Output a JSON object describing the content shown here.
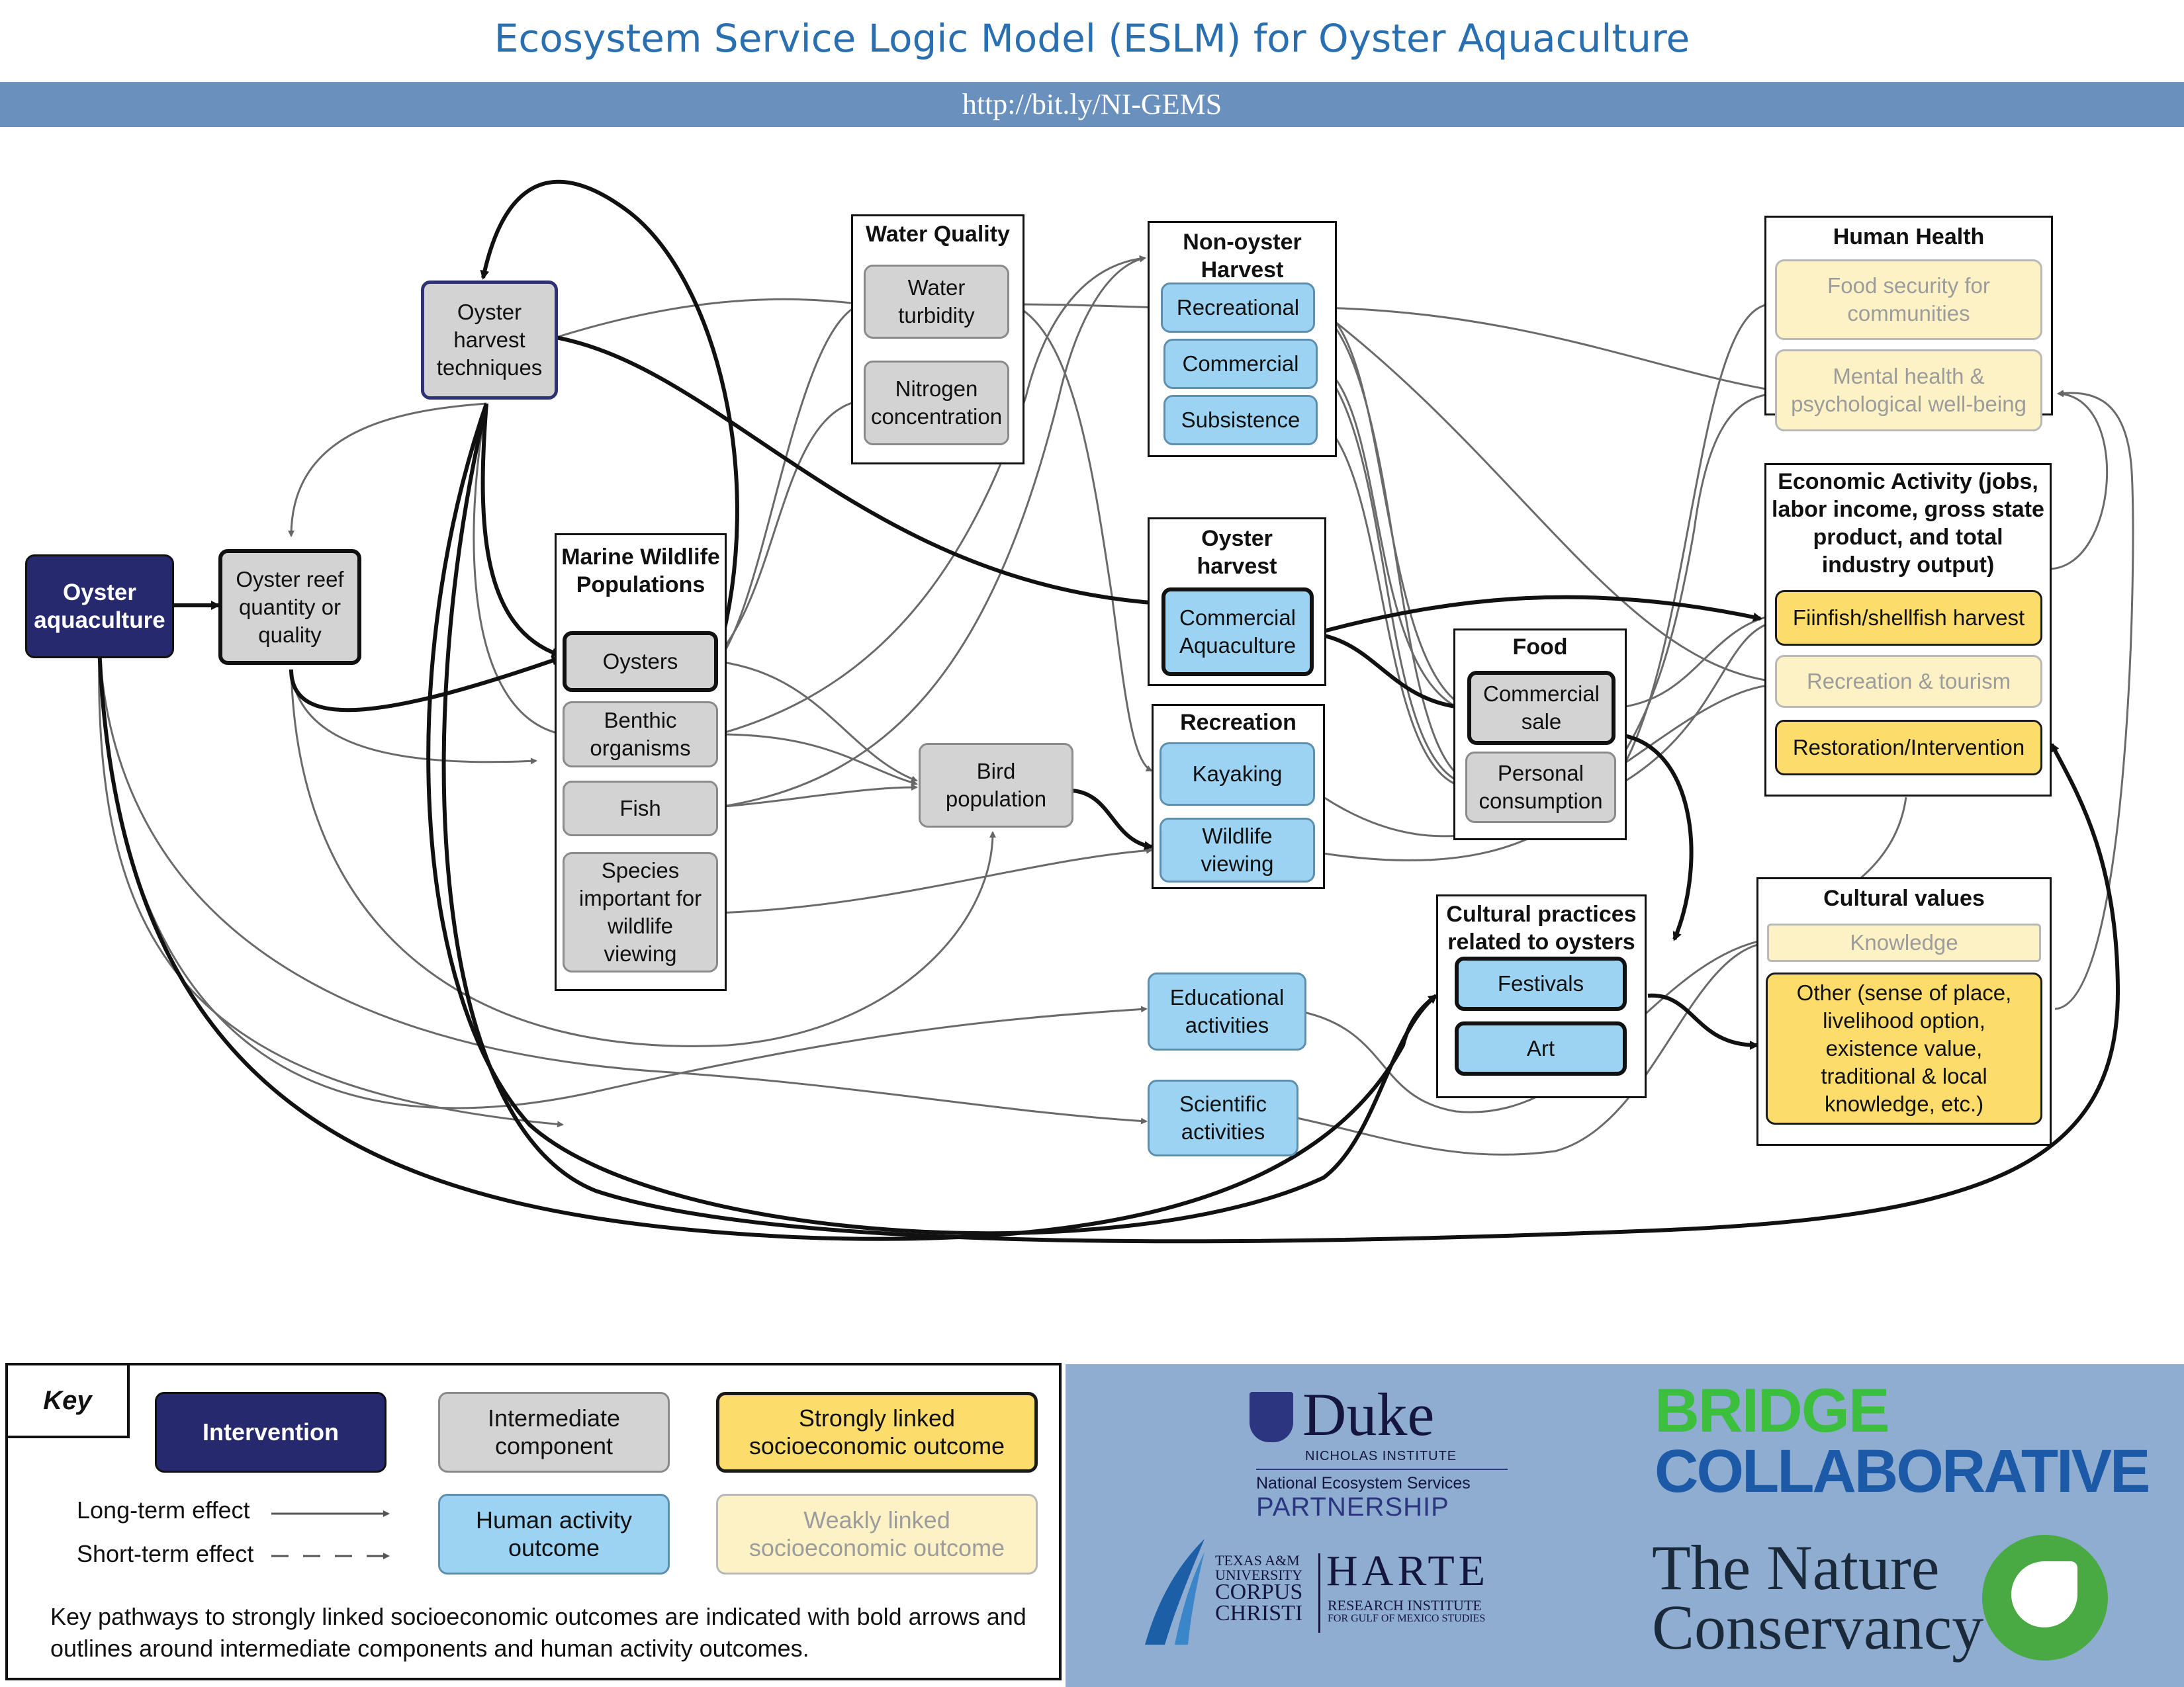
{
  "header": {
    "title": "Ecosystem Service Logic Model (ESLM) for Oyster Aquaculture",
    "url": "http://bit.ly/NI-GEMS"
  },
  "colors": {
    "intervention": "#27296e",
    "intermediate": "#d3d3d3",
    "human_activity": "#9dd3f2",
    "strong": "#fcdd6c",
    "weak": "#fdf2c6",
    "url_bar": "#6a90bd",
    "title": "#2a6fb0"
  },
  "nodes": {
    "oyster_aquaculture": "Oyster aquaculture",
    "oyster_reef": "Oyster reef quantity or quality",
    "harvest_techniques": "Oyster harvest techniques",
    "oysters": "Oysters",
    "benthic": "Benthic organisms",
    "fish": "Fish",
    "species_wildlife": "Species important for wildlife viewing",
    "water_turbidity": "Water turbidity",
    "nitrogen": "Nitrogen concentration",
    "bird_population": "Bird population",
    "recreational": "Recreational",
    "commercial": "Commercial",
    "subsistence": "Subsistence",
    "commercial_aquaculture": "Commercial Aquaculture",
    "kayaking": "Kayaking",
    "wildlife_viewing": "Wildlife viewing",
    "commercial_sale": "Commercial sale",
    "personal_consumption": "Personal consumption",
    "festivals": "Festivals",
    "art": "Art",
    "educational": "Educational activities",
    "scientific": "Scientific activities",
    "food_security": "Food security for communities",
    "mental_health": "Mental health & psychological well-being",
    "finfish": "Fiinfish/shellfish harvest",
    "recreation_tourism": "Recreation & tourism",
    "restoration": "Restoration/Intervention",
    "knowledge": "Knowledge",
    "other_values": "Other (sense of place, livelihood option, existence value, traditional & local knowledge, etc.)"
  },
  "groups": {
    "water_quality": "Water Quality",
    "non_oyster_harvest": "Non-oyster Harvest",
    "marine_wildlife": "Marine Wildlife Populations",
    "oyster_harvest": "Oyster harvest",
    "recreation": "Recreation",
    "food": "Food",
    "cultural_practices": "Cultural practices related to oysters",
    "human_health": "Human Health",
    "economic_activity": "Economic Activity (jobs, labor income, gross state product, and total industry output)",
    "cultural_values": "Cultural values"
  },
  "key": {
    "title": "Key",
    "intervention": "Intervention",
    "intermediate": "Intermediate component",
    "strong": "Strongly linked socioeconomic outcome",
    "human_activity": "Human activity outcome",
    "weak": "Weakly linked socioeconomic outcome",
    "long_term": "Long-term effect",
    "short_term": "Short-term effect",
    "note": "Key pathways to strongly linked socioeconomic outcomes are indicated with bold arrows and outlines around intermediate components and human activity outcomes."
  },
  "logos": {
    "duke": "Duke",
    "duke_sub": "NICHOLAS INSTITUTE",
    "nesp_line1": "National Ecosystem Services",
    "nesp_line2": "PARTNERSHIP",
    "tamu_line1": "TEXAS A&M",
    "tamu_line2": "UNIVERSITY",
    "tamu_line3": "CORPUS",
    "tamu_line4": "CHRISTI",
    "harte": "HARTE",
    "harte_sub1": "RESEARCH INSTITUTE",
    "harte_sub2": "FOR GULF OF MEXICO STUDIES",
    "bridge": "BRIDGE",
    "collaborative": "COLLABORATIVE",
    "tnc_line1": "The Nature",
    "tnc_line2": "Conservancy"
  }
}
